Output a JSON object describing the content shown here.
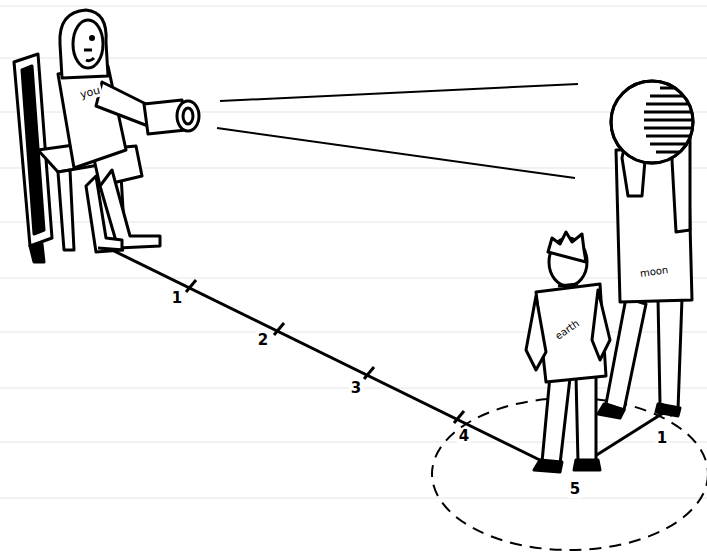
{
  "diagram": {
    "labels": [
      "you",
      "1",
      "2",
      "3",
      "4",
      "5",
      "earth",
      "moon",
      "1"
    ]
  }
}
